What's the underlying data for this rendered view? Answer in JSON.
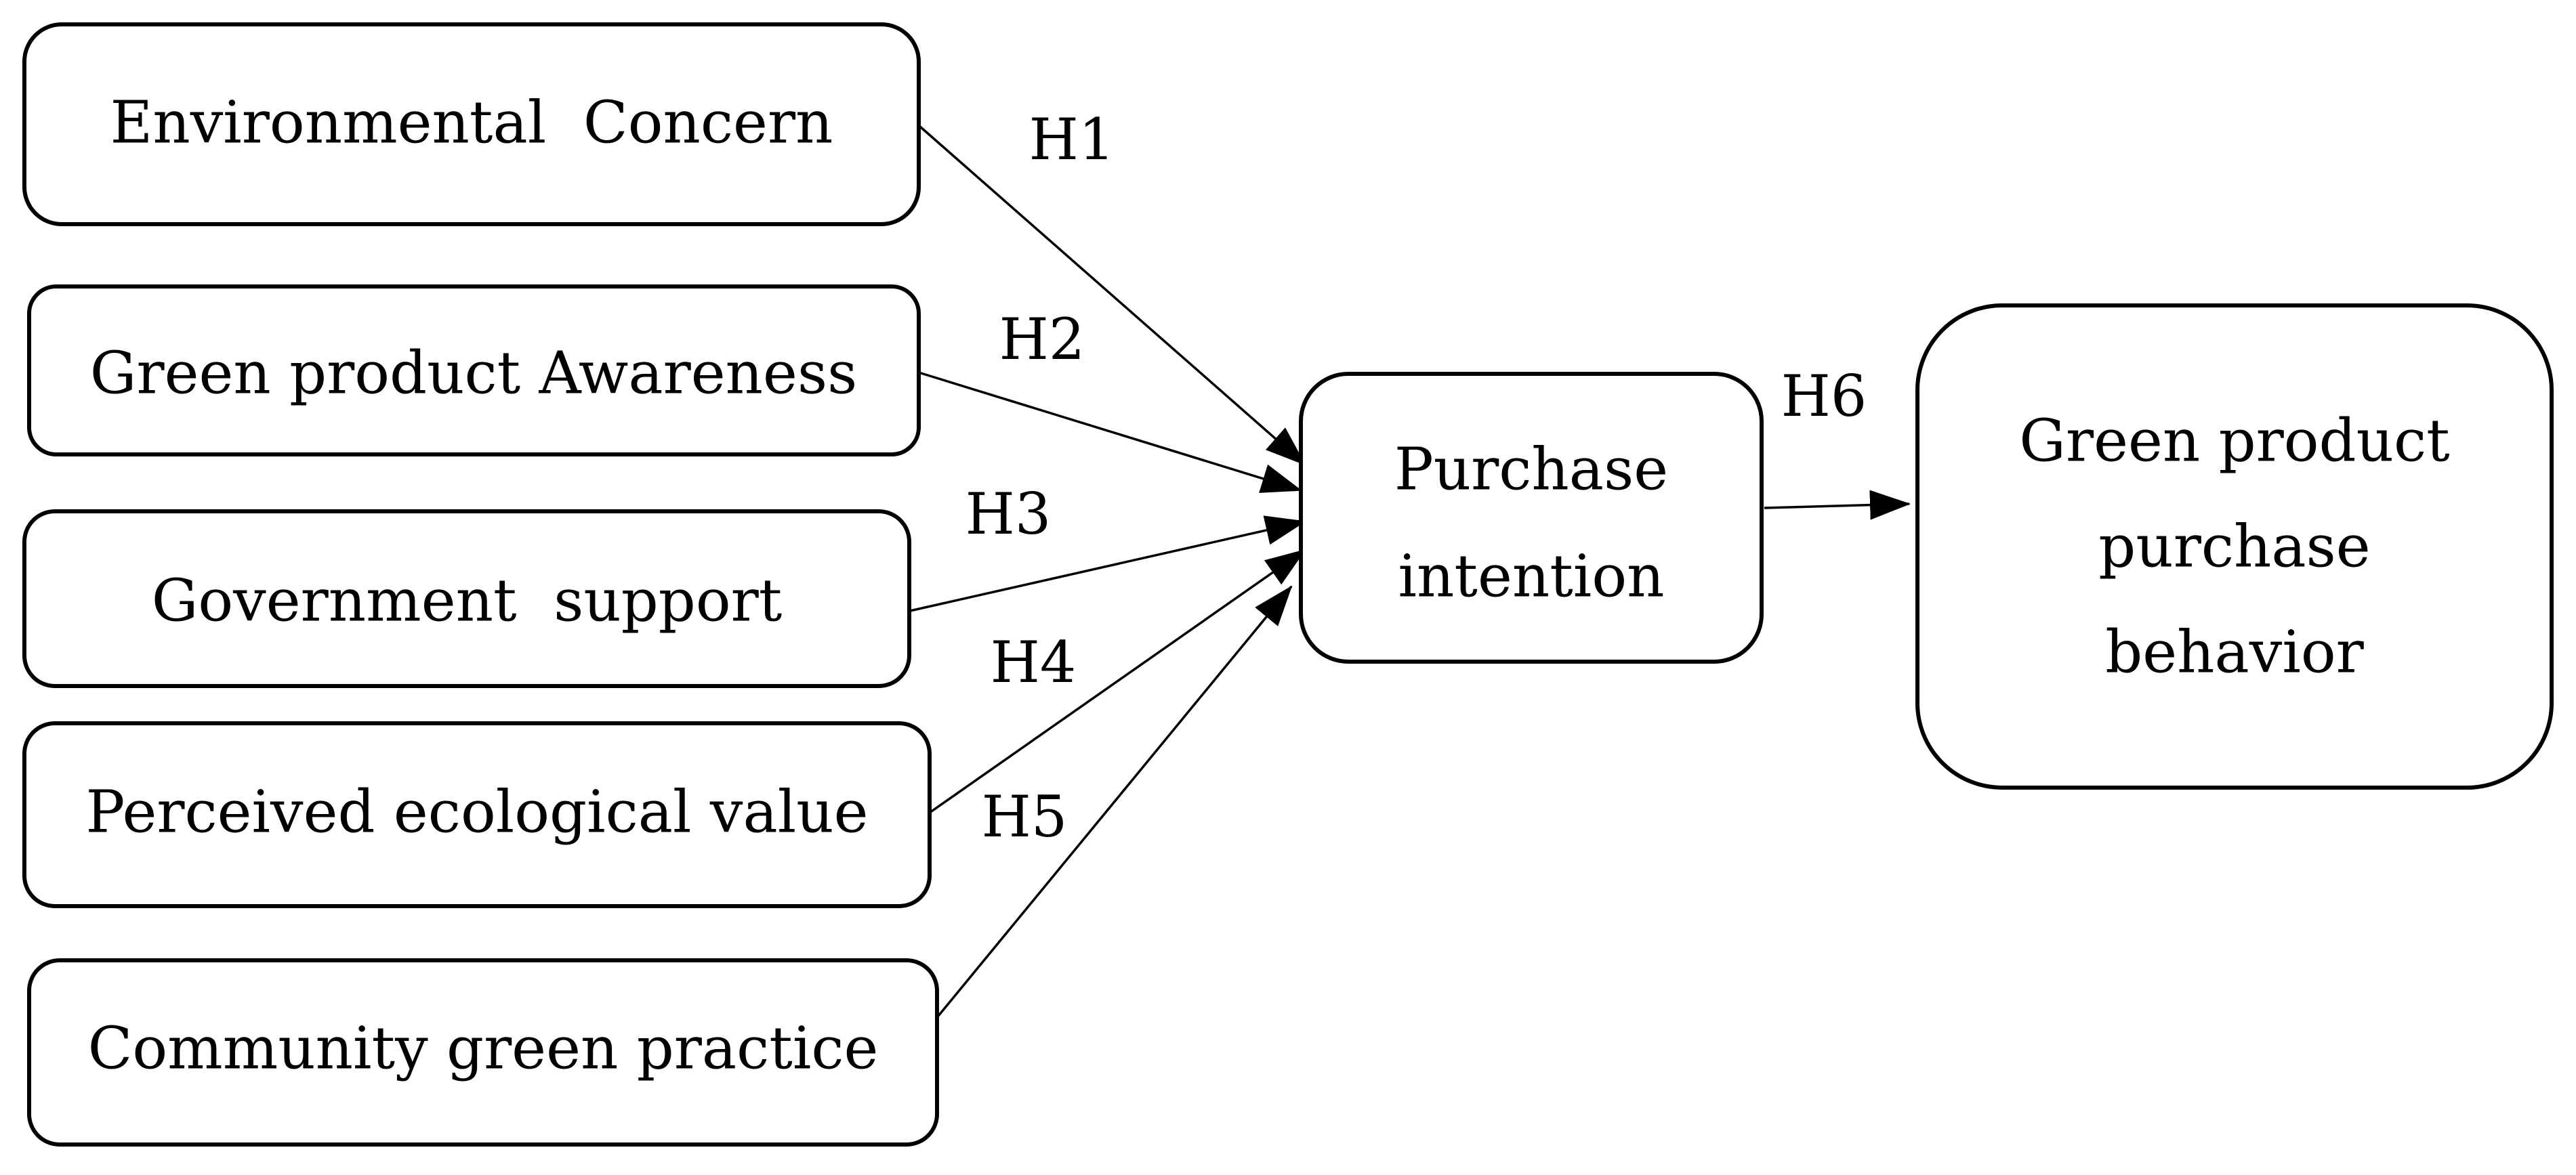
{
  "diagram": {
    "constructs": {
      "environmental_concern": "Environmental  Concern",
      "green_product_awareness": "Green product Awareness",
      "government_support": "Government  support",
      "perceived_ecological_value": "Perceived ecological value",
      "community_green_practice": "Community green practice",
      "purchase_intention": [
        "Purchase",
        "intention"
      ],
      "purchase_behavior": [
        "Green product",
        "purchase",
        "behavior"
      ]
    },
    "hypotheses": {
      "h1": "H1",
      "h2": "H2",
      "h3": "H3",
      "h4": "H4",
      "h5": "H5",
      "h6": "H6"
    },
    "colors": {
      "stroke": "#000000",
      "fill": "#ffffff"
    }
  }
}
